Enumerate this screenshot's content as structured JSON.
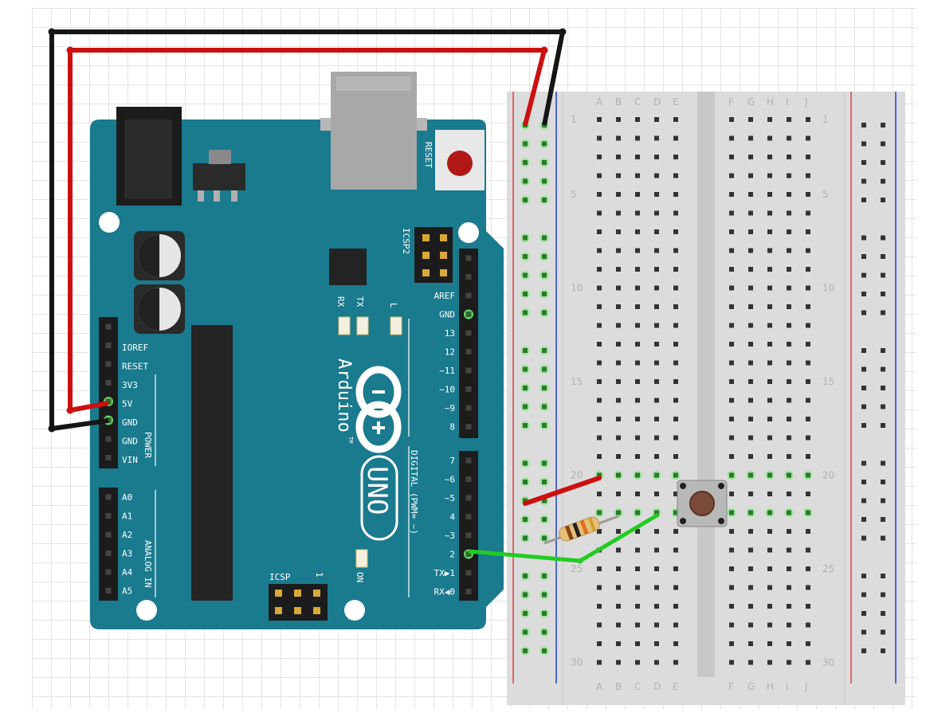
{
  "board": {
    "logo": "Arduino",
    "tm": "TM",
    "model": "UNO",
    "reset": "RESET",
    "icsp2": "ICSP2",
    "icsp": "ICSP",
    "icsp_one": "1",
    "led_rx": "RX",
    "led_tx": "TX",
    "led_l": "L",
    "led_on": "ON",
    "digital_label": "DIGITAL (PWM= ~)",
    "power_label": "POWER",
    "analog_label": "ANALOG IN",
    "power_pins": [
      "IOREF",
      "RESET",
      "3V3",
      "5V",
      "GND",
      "GND",
      "VIN"
    ],
    "analog_pins": [
      "A0",
      "A1",
      "A2",
      "A3",
      "A4",
      "A5"
    ],
    "digital_upper": [
      "AREF",
      "GND",
      "13",
      "12",
      "~11",
      "~10",
      "~9",
      "8"
    ],
    "digital_lower": [
      "7",
      "~6",
      "~5",
      "4",
      "~3",
      "2",
      "TX▶1",
      "RX◀0"
    ]
  },
  "breadboard": {
    "columns_left": [
      "A",
      "B",
      "C",
      "D",
      "E"
    ],
    "columns_right": [
      "F",
      "G",
      "H",
      "I",
      "J"
    ],
    "row_numbers": [
      "1",
      "5",
      "10",
      "15",
      "20",
      "25",
      "30"
    ]
  },
  "colors": {
    "board": "#1a7a8e",
    "board_dark": "#146577",
    "wire_red": "#cc1010",
    "wire_black": "#151515",
    "wire_green": "#22cc22",
    "breadboard": "#dcdcdc",
    "rail_red": "#e04040",
    "rail_blue": "#2040d0"
  }
}
